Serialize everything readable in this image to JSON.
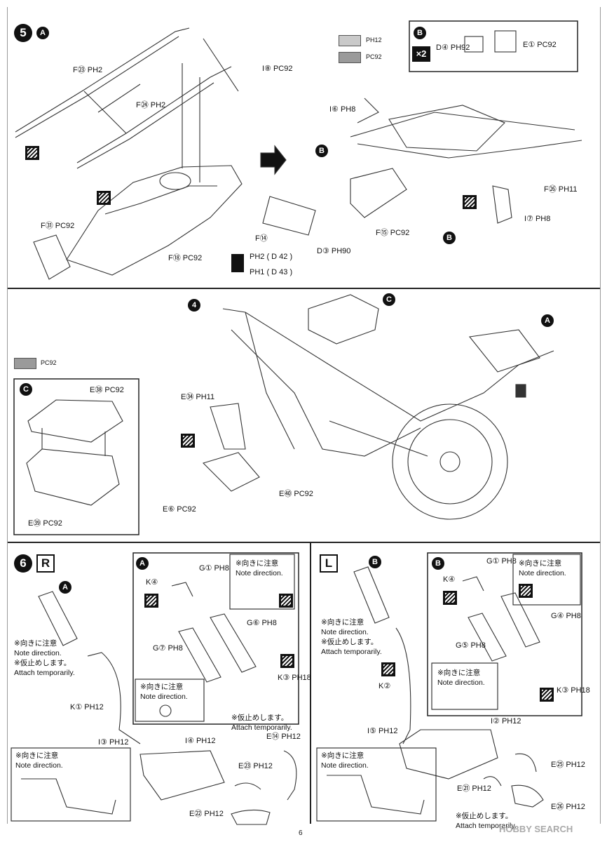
{
  "section5": {
    "step": "5",
    "subA": "A",
    "subB": "B",
    "sectionB_count": "×2",
    "paint_legend": [
      {
        "code": "PH12",
        "color": "#c9c9c9"
      },
      {
        "code": "PC92",
        "color": "#9a9a9a"
      }
    ],
    "labels": {
      "F23": "F㉓ PH2",
      "F24": "F㉔ PH2",
      "I8": "I⑧ PC92",
      "F31": "F㉛ PC92",
      "F18": "F⑱ PC92",
      "I6": "I⑥ PH8",
      "F26": "F㉖ PH11",
      "I7": "I⑦ PH8",
      "F14": "F⑭",
      "F15": "F⑮ PC92",
      "D3": "D③ PH90",
      "D4": "D④ PH92",
      "E1": "E① PC92",
      "decal_a": "PH2 ( D 42 )",
      "decal_b": "PH1 ( D 43 )"
    }
  },
  "assembly": {
    "subA": "A",
    "subC": "C",
    "step4": "4",
    "paint_legend": {
      "code": "PC92",
      "color": "#9a9a9a"
    },
    "labels": {
      "E38": "E㊳ PC92",
      "E39": "E㊴ PC92",
      "E34": "E㉞ PH11",
      "E40": "E㊵ PC92",
      "E6": "E⑥ PC92"
    }
  },
  "section6R": {
    "step": "6",
    "side": "R",
    "subA": "A",
    "notes": {
      "note_jp": "※向きに注意",
      "note_en": "Note direction.",
      "attach_jp": "※仮止めします。",
      "attach_en": "Attach temporarily."
    },
    "labels": {
      "K1": "K① PH12",
      "I3": "I③ PH12",
      "I4": "I④ PH12",
      "E14": "E⑭ PH12",
      "E23": "E㉓ PH12",
      "E22": "E㉒ PH12",
      "K4": "K④",
      "G1": "G① PH8",
      "G6": "G⑥ PH8",
      "G7": "G⑦ PH8",
      "K3": "K③ PH18"
    }
  },
  "section6L": {
    "side": "L",
    "subB": "B",
    "labels": {
      "K2": "K②",
      "I5": "I⑤ PH12",
      "I2": "I② PH12",
      "E25": "E㉕ PH12",
      "E21": "E㉑ PH12",
      "E26": "E㉖ PH12",
      "K4": "K④",
      "G1": "G① PH8",
      "G4": "G④ PH8",
      "G5": "G⑤ PH8",
      "K3": "K③ PH18"
    }
  },
  "footer": {
    "page": "6",
    "watermark": "HOBBY SEARCH"
  }
}
